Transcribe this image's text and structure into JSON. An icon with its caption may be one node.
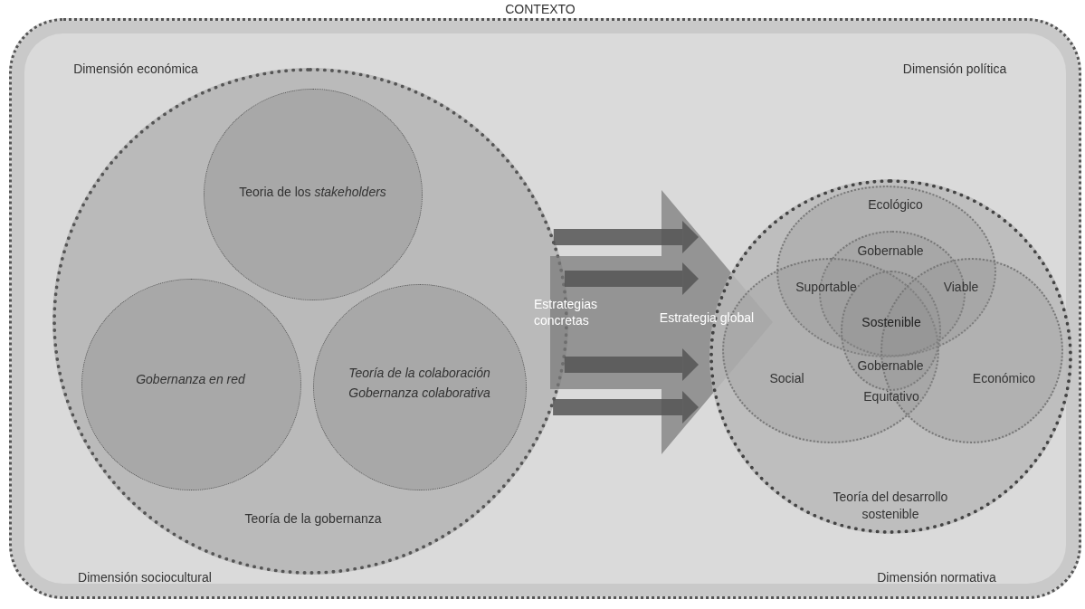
{
  "diagram": {
    "nodes": [
      {
        "text": [
          "CONTEXTO"
        ]
      },
      {
        "text": [
          "Teoría de la gobernanza"
        ],
        "in": 0
      },
      {
        "text": [
          "Teoria de los *stakeholders*"
        ],
        "in": 1
      },
      {
        "text": [
          "Gobernanza en red"
        ],
        "in": 1
      },
      {
        "text": [
          "Teoría de la colaboración",
          "Gobernanza colaborativa"
        ],
        "in": 1
      },
      {
        "text": [
          "Estrategia global"
        ],
        "in": 0
      },
      {
        "text": [
          "Teoría del desarrollo sostenible"
        ],
        "in": 0
      },
      {
        "text": [
          "Ecológico"
        ],
        "in": 6
      },
      {
        "text": [
          "Gobernable"
        ],
        "in": 7
      },
      {
        "text": [
          "Social"
        ],
        "in": 6
      },
      {
        "text": [
          "Gobernable"
        ],
        "in": 9
      },
      {
        "text": [
          "Económico"
        ],
        "in": 6
      }
    ],
    "edges": [
      {
        "from": 1,
        "to": 5,
        "arrow": "to"
      },
      {
        "from": 1,
        "to": 5,
        "arrow": "to"
      },
      {
        "from": 1,
        "to": 5,
        "arrow": "to"
      },
      {
        "from": 1,
        "to": 5,
        "arrow": "to"
      }
    ],
    "labels": [
      "Dimensión económica",
      "Dimensión política",
      "Suportable",
      "Viable",
      "Estrategias concretas",
      "Sostenible",
      "Equitativo",
      "Dimensión sociocultural",
      "Dimensión normativa"
    ]
  }
}
